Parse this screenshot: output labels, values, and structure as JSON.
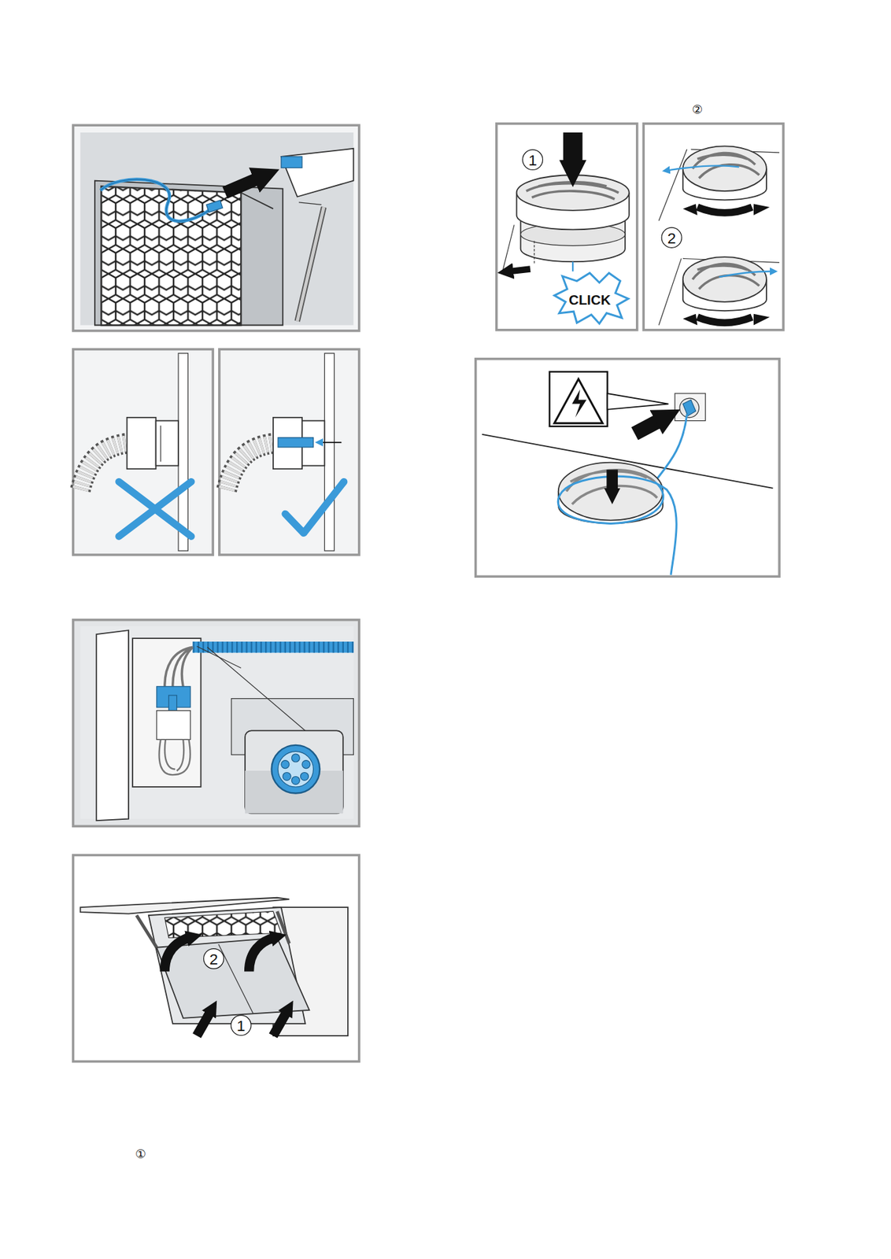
{
  "diagram": {
    "labels": [
      "②",
      "1",
      "CLICK",
      "2",
      "2",
      "1",
      "①"
    ]
  }
}
